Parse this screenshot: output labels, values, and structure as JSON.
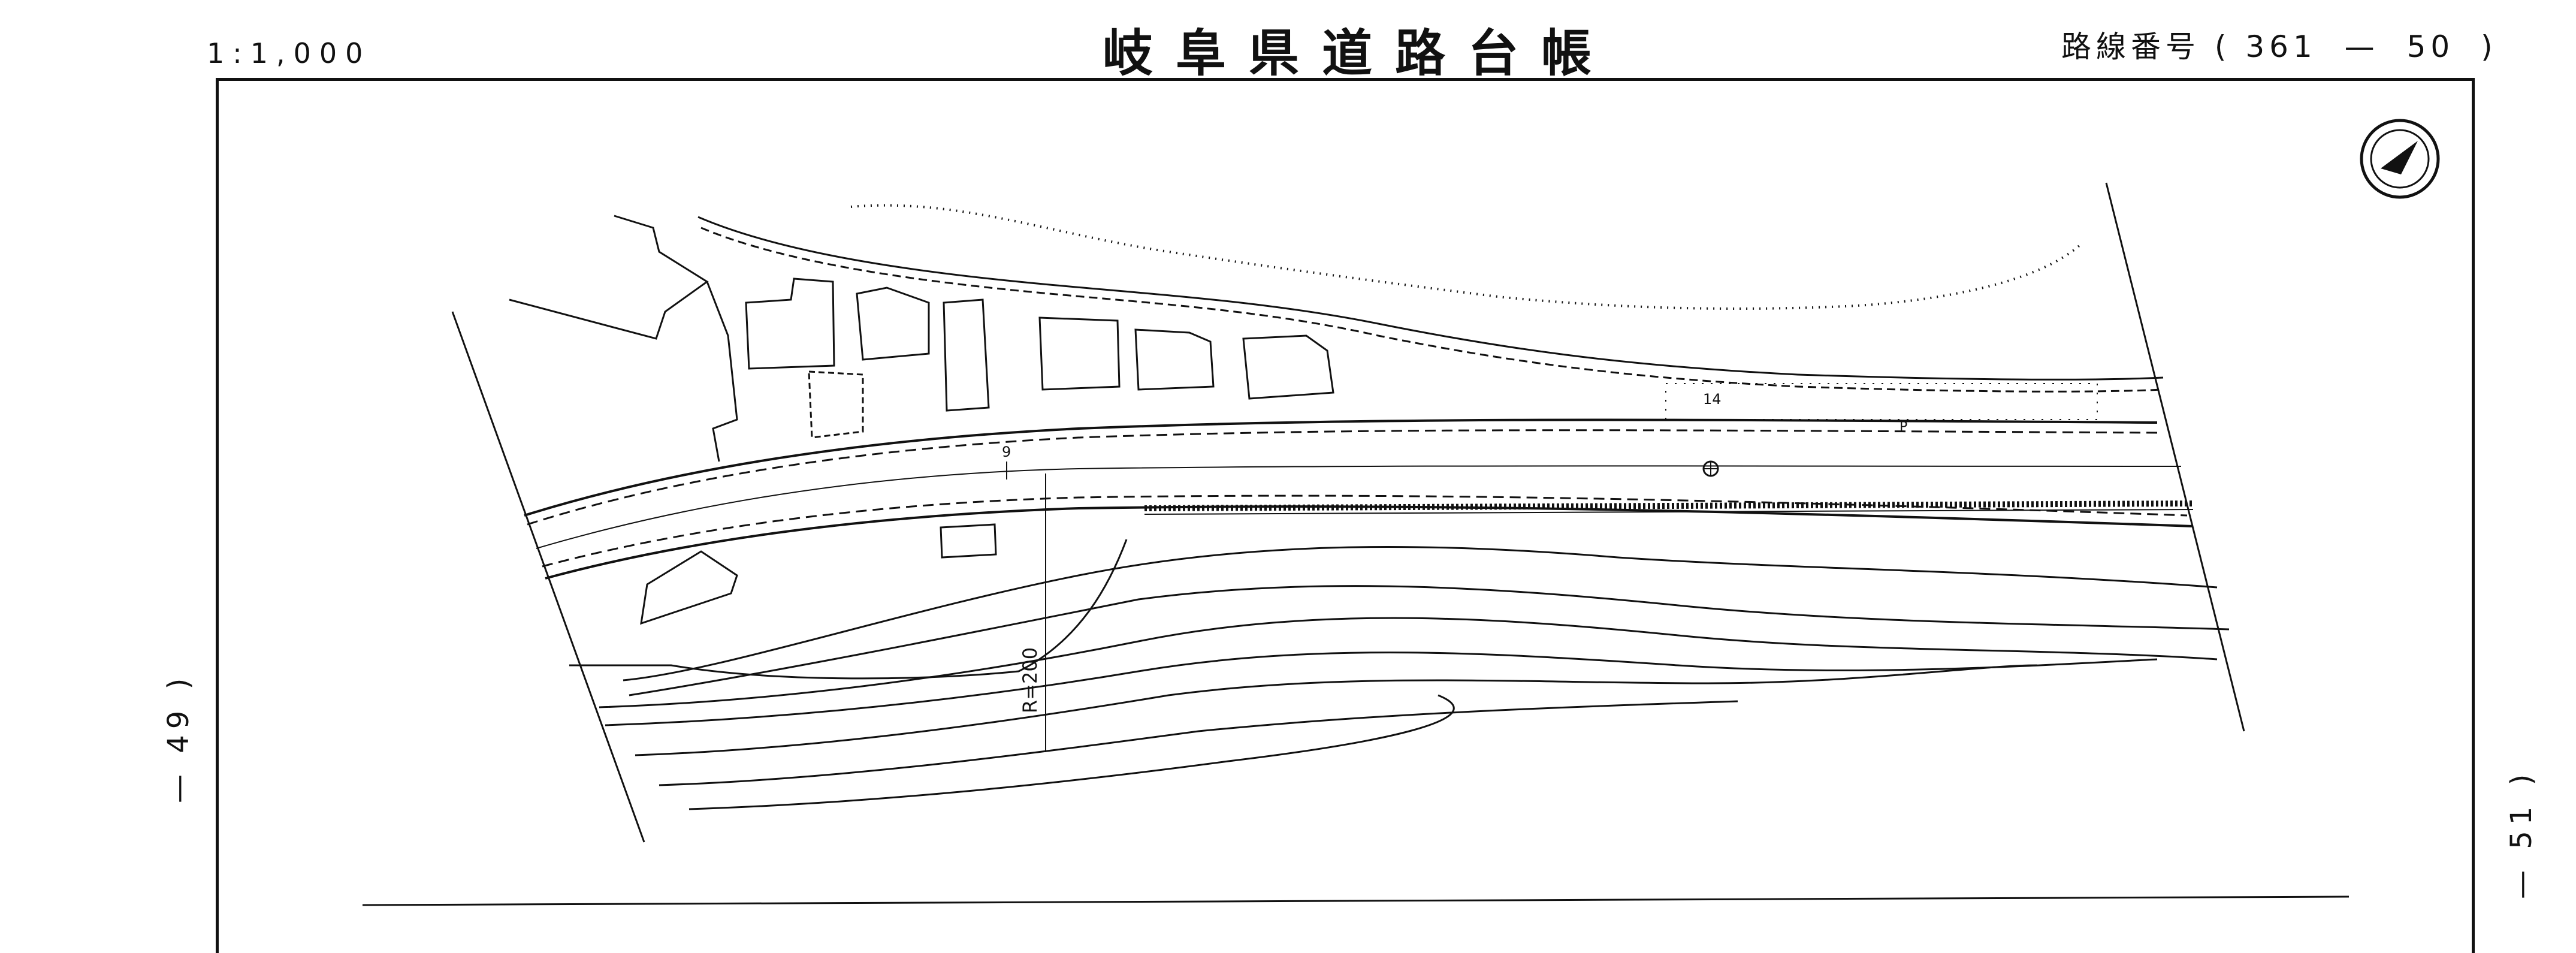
{
  "header": {
    "scale": "1:1,000",
    "title": "岐阜県道路台帳",
    "route_label": "路線番号",
    "route_open": "(",
    "route_number": "361",
    "route_dash": "—",
    "sheet_number": "50",
    "route_close": ")"
  },
  "side": {
    "left": "— 49 )",
    "right": "— 51 )"
  },
  "map": {
    "station_label": "9",
    "curve_label": "R=200",
    "marker_label": "14",
    "parking_label": "P",
    "compass": "north-arrow-icon"
  }
}
